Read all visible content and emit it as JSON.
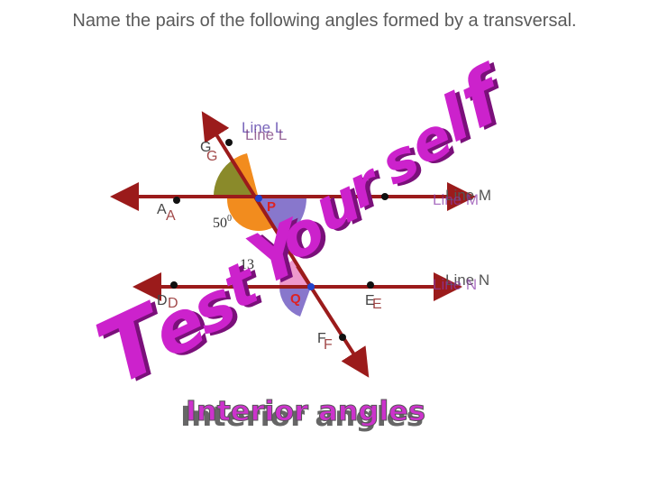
{
  "title": "Name the pairs of the following angles formed by a transversal.",
  "watermark": {
    "word1": "Test",
    "word2": "Yourself"
  },
  "lines": {
    "L": "Line L",
    "M": "Line M",
    "N": "Line N"
  },
  "points": {
    "G": "G",
    "A": "A",
    "P": "P",
    "D": "D",
    "Q": "Q",
    "E": "E",
    "F": "F"
  },
  "angle_labels": {
    "a1": "50",
    "a1_sup": "0",
    "a2": "13"
  },
  "answer": "Interior angles",
  "colors": {
    "line": "#9b1b1b",
    "watermark": "#cc22cc",
    "watermark_shadow": "#7a107a",
    "angle_olive": "#8a8a2a",
    "angle_orange": "#f28c1e",
    "angle_pink": "#ee99cc",
    "angle_purple": "#8877cc",
    "point_red": "#dd2222",
    "answer_fill": "#cc33cc",
    "answer_stroke": "#555555"
  }
}
